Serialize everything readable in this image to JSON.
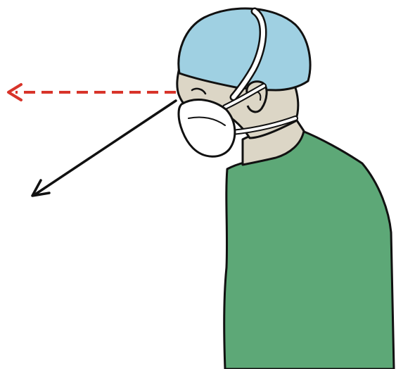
{
  "figure": {
    "subject": "surgeon-wearing-cap-and-mask-side-view",
    "arrows": [
      {
        "name": "horizontal-gaze-arrow",
        "style": "dashed",
        "color": "#d8342a"
      },
      {
        "name": "downward-gaze-arrow",
        "style": "solid",
        "color": "#111111"
      }
    ],
    "colors": {
      "cap": "#9fd0e2",
      "skin": "#dcd6c6",
      "mask": "#ffffff",
      "gown": "#5da877",
      "outline": "#111111",
      "background": "#ffffff"
    }
  }
}
